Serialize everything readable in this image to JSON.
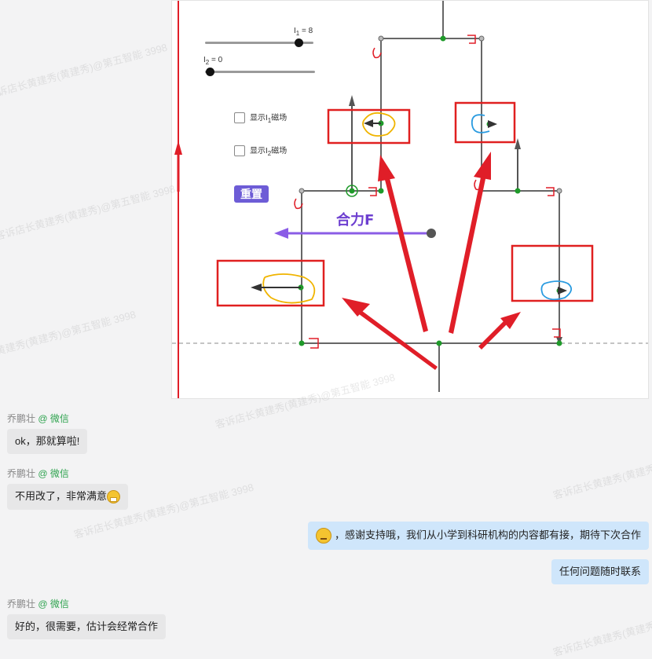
{
  "diagram": {
    "slider1": {
      "label": "I",
      "sub": "1",
      "value_text": "= 8",
      "value": 8
    },
    "slider2": {
      "label": "I",
      "sub": "2",
      "value_text": "= 0",
      "value": 0
    },
    "checkbox1": {
      "pre": "显示I",
      "sub": "1",
      "post": "磁场",
      "checked": false
    },
    "checkbox2": {
      "pre": "显示I",
      "sub": "2",
      "post": "磁场",
      "checked": false
    },
    "reset_label": "重置",
    "force_label": "合力F",
    "colors": {
      "box": "#e02020",
      "arrow": "#e01e28",
      "force": "#8a5ce6",
      "wire": "#666666",
      "node": "#1f9a2a"
    }
  },
  "watermark_text": "客诉店长黄建秀(黄建秀)@第五智能 3998",
  "messages": [
    {
      "side": "left",
      "sender": "乔鹏壮",
      "via": "@ 微信",
      "text": "ok，那就算啦!"
    },
    {
      "side": "left",
      "sender": "乔鹏壮",
      "via": "@ 微信",
      "text": "不用改了，非常满意",
      "emoji": "grin-emoji"
    },
    {
      "side": "right",
      "text": "，感谢支持哦，我们从小学到科研机构的内容都有接，期待下次合作",
      "emoji": "thinking-emoji"
    },
    {
      "side": "right",
      "text": "任何问题随时联系"
    },
    {
      "side": "left",
      "sender": "乔鹏壮",
      "via": "@ 微信",
      "text": "好的，很需要，估计会经常合作"
    }
  ]
}
